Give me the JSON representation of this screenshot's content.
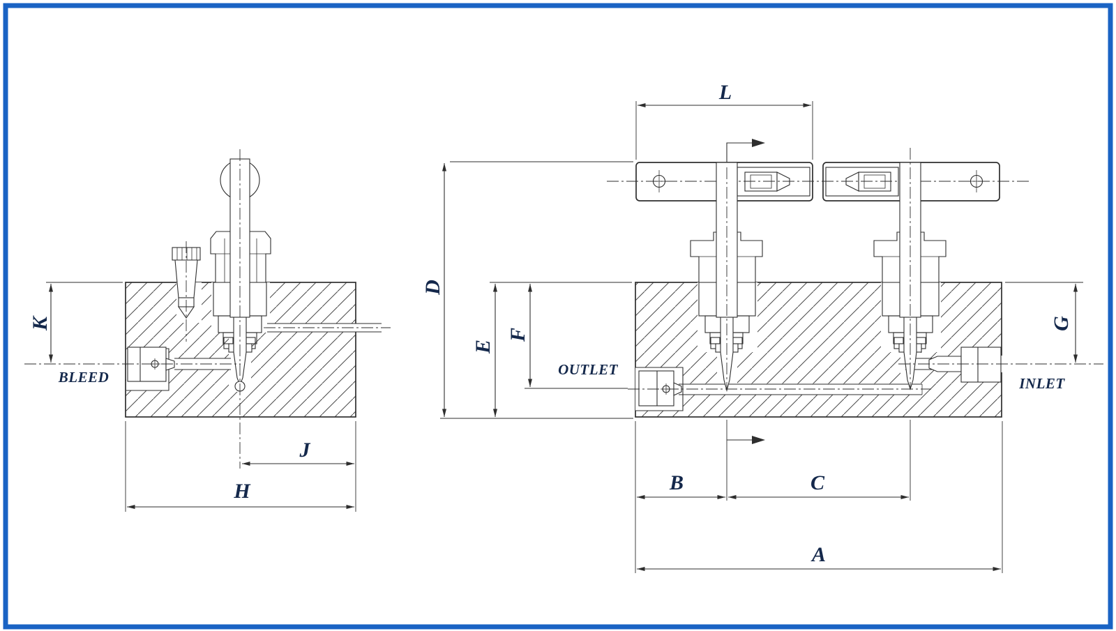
{
  "colors": {
    "border": "#1a63c4",
    "line": "#2e2e2e",
    "hatch": "#4a4a4a",
    "label": "#14284b",
    "background": "#ffffff"
  },
  "left_view": {
    "dims": {
      "k": "K",
      "j": "J",
      "h": "H"
    },
    "ports": {
      "bleed": "BLEED"
    }
  },
  "right_view": {
    "dims": {
      "l": "L",
      "d": "D",
      "e": "E",
      "f": "F",
      "g": "G",
      "b": "B",
      "c": "C",
      "a": "A"
    },
    "ports": {
      "outlet": "OUTLET",
      "inlet": "INLET"
    }
  }
}
